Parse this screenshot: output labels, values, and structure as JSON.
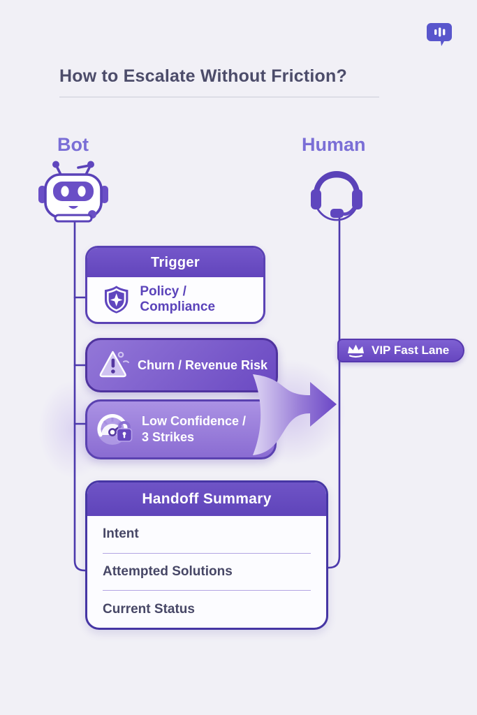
{
  "page": {
    "background": "#f1f0f6",
    "accent": "#6a4ec6",
    "line_color": "#4c39ac"
  },
  "header": {
    "title": "How to Escalate Without Friction?",
    "brand_icon": "chat-bubble-voice-icon"
  },
  "actors": {
    "bot": {
      "label": "Bot",
      "icon": "robot-icon"
    },
    "human": {
      "label": "Human",
      "icon": "headset-icon"
    }
  },
  "trigger_panel": {
    "title": "Trigger",
    "items": [
      {
        "icon": "shield-icon",
        "label": "Policy / Compliance"
      }
    ]
  },
  "escalation_cards": [
    {
      "icon": "warning-triangle-icon",
      "label": "Churn / Revenue Risk"
    },
    {
      "icon": "gauge-lock-icon",
      "lines": [
        "Low Confidence /",
        "3 Strikes"
      ]
    }
  ],
  "vip_badge": {
    "icon": "crown-icon",
    "label": "VIP Fast Lane"
  },
  "handoff_panel": {
    "title": "Handoff Summary",
    "rows": [
      "Intent",
      "Attempted Solutions",
      "Current Status"
    ]
  }
}
